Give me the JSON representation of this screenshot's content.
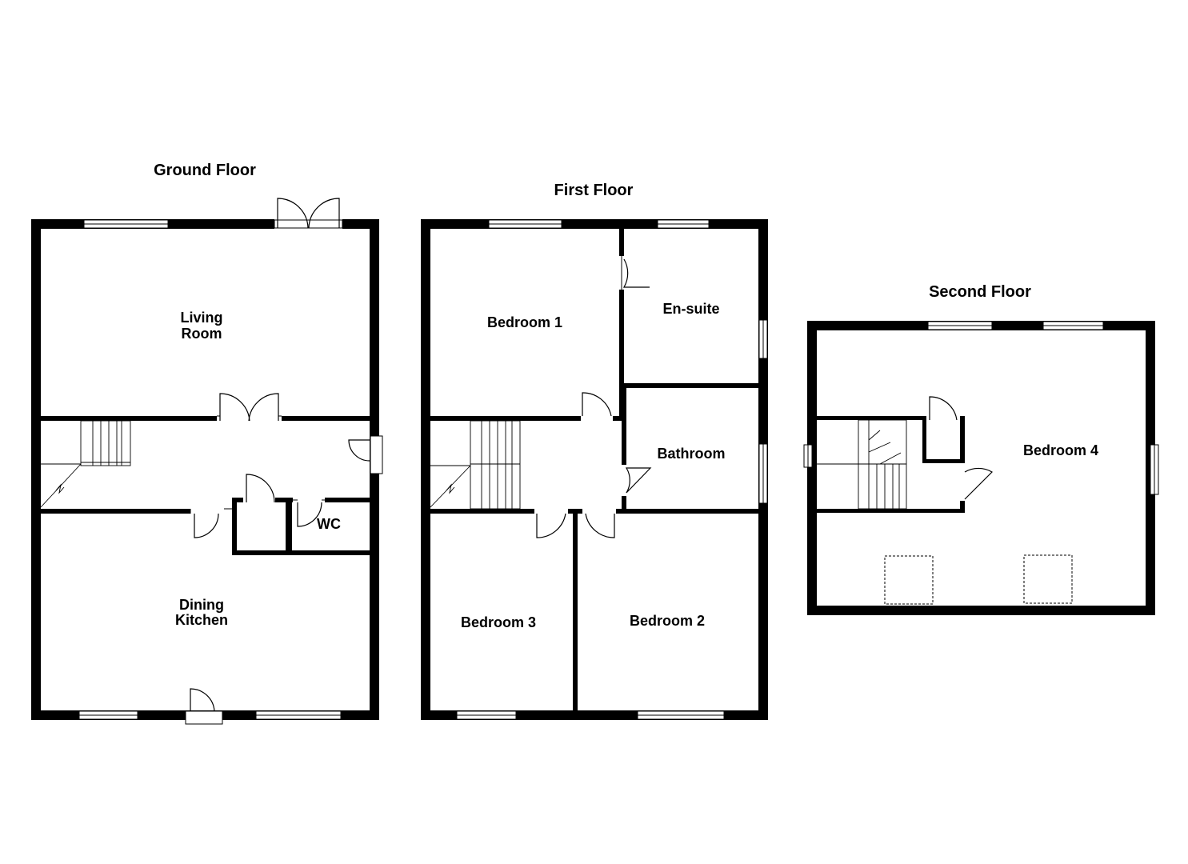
{
  "floors": {
    "ground": {
      "title": "Ground Floor",
      "rooms": {
        "living": [
          "Living",
          "Room"
        ],
        "dining": [
          "Dining",
          "Kitchen"
        ],
        "wc": "WC"
      }
    },
    "first": {
      "title": "First Floor",
      "rooms": {
        "bedroom1": "Bedroom 1",
        "ensuite": "En-suite",
        "bathroom": "Bathroom",
        "bedroom3": "Bedroom 3",
        "bedroom2": "Bedroom 2"
      }
    },
    "second": {
      "title": "Second Floor",
      "rooms": {
        "bedroom4": "Bedroom 4"
      }
    }
  }
}
